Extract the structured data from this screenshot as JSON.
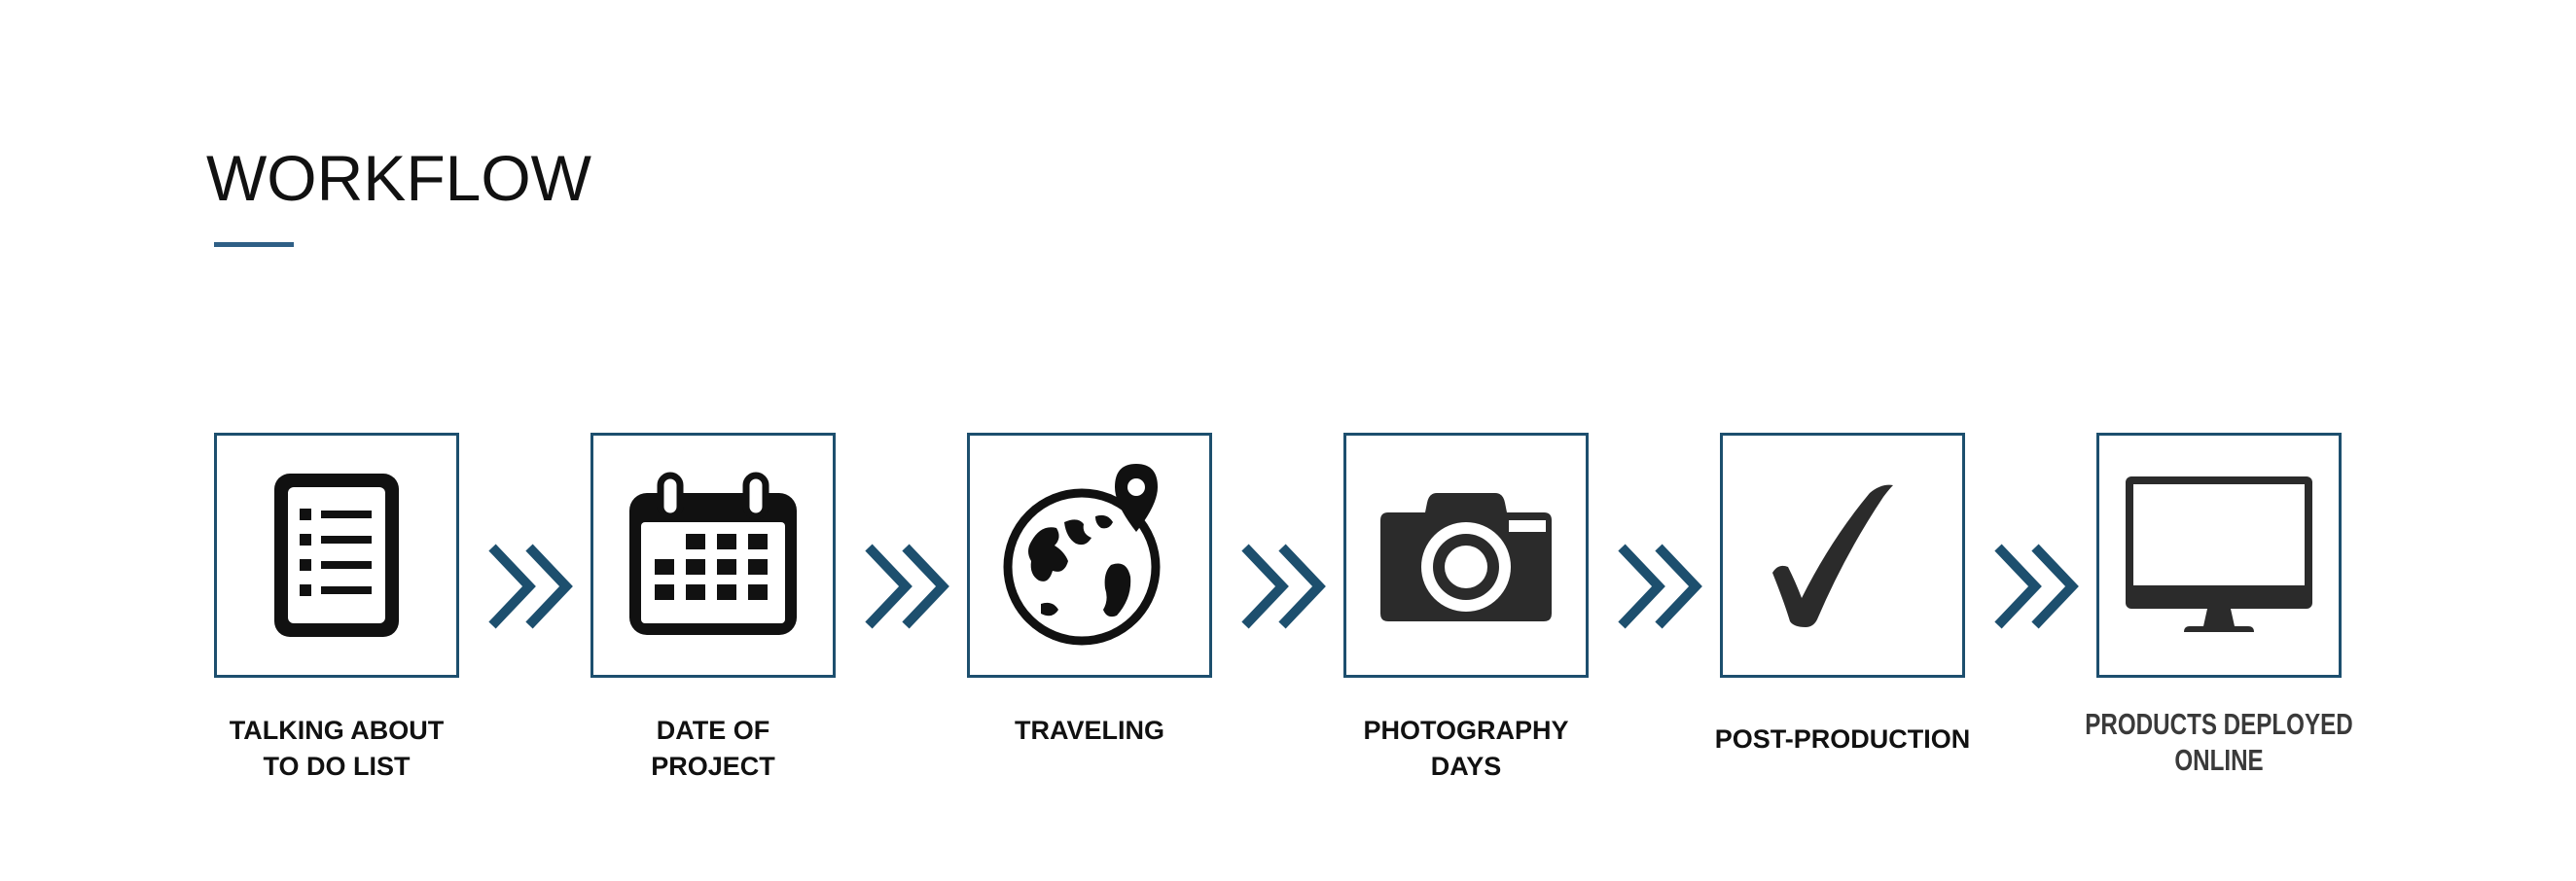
{
  "title": "WORKFLOW",
  "accent_color": "#2f5f86",
  "border_color": "#1d4f6e",
  "steps": [
    {
      "label": "TALKING ABOUT\nTO DO LIST",
      "icon": "todo-list-icon"
    },
    {
      "label": "DATE OF\nPROJECT",
      "icon": "calendar-icon"
    },
    {
      "label": "TRAVELING",
      "icon": "globe-location-icon"
    },
    {
      "label": "PHOTOGRAPHY\nDAYS",
      "icon": "camera-icon"
    },
    {
      "label": "POST-PRODUCTION",
      "icon": "checkmark-icon"
    },
    {
      "label": "PRODUCTS DEPLOYED\nONLINE",
      "icon": "monitor-icon"
    }
  ],
  "connector_icon": "double-chevron-right-icon"
}
